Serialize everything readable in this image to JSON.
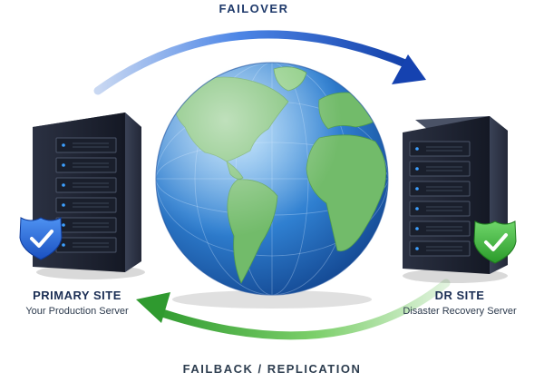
{
  "flows": {
    "failover_label": "FAILOVER",
    "failback_label": "FAILBACK / REPLICATION",
    "failover_color": "#1f55c8",
    "failback_color": "#3aa83a"
  },
  "primary_site": {
    "title": "PRIMARY SITE",
    "subtitle": "Your Production Server",
    "shield_color": "#2a6fe0",
    "shield_icon": "shield-check-icon"
  },
  "dr_site": {
    "title": "DR SITE",
    "subtitle": "Disaster Recovery Server",
    "shield_color": "#3cb43c",
    "shield_icon": "shield-check-icon"
  },
  "globe": {
    "icon": "globe-icon",
    "ocean_color": "#2f7fd0",
    "land_color": "#6fb86a"
  }
}
